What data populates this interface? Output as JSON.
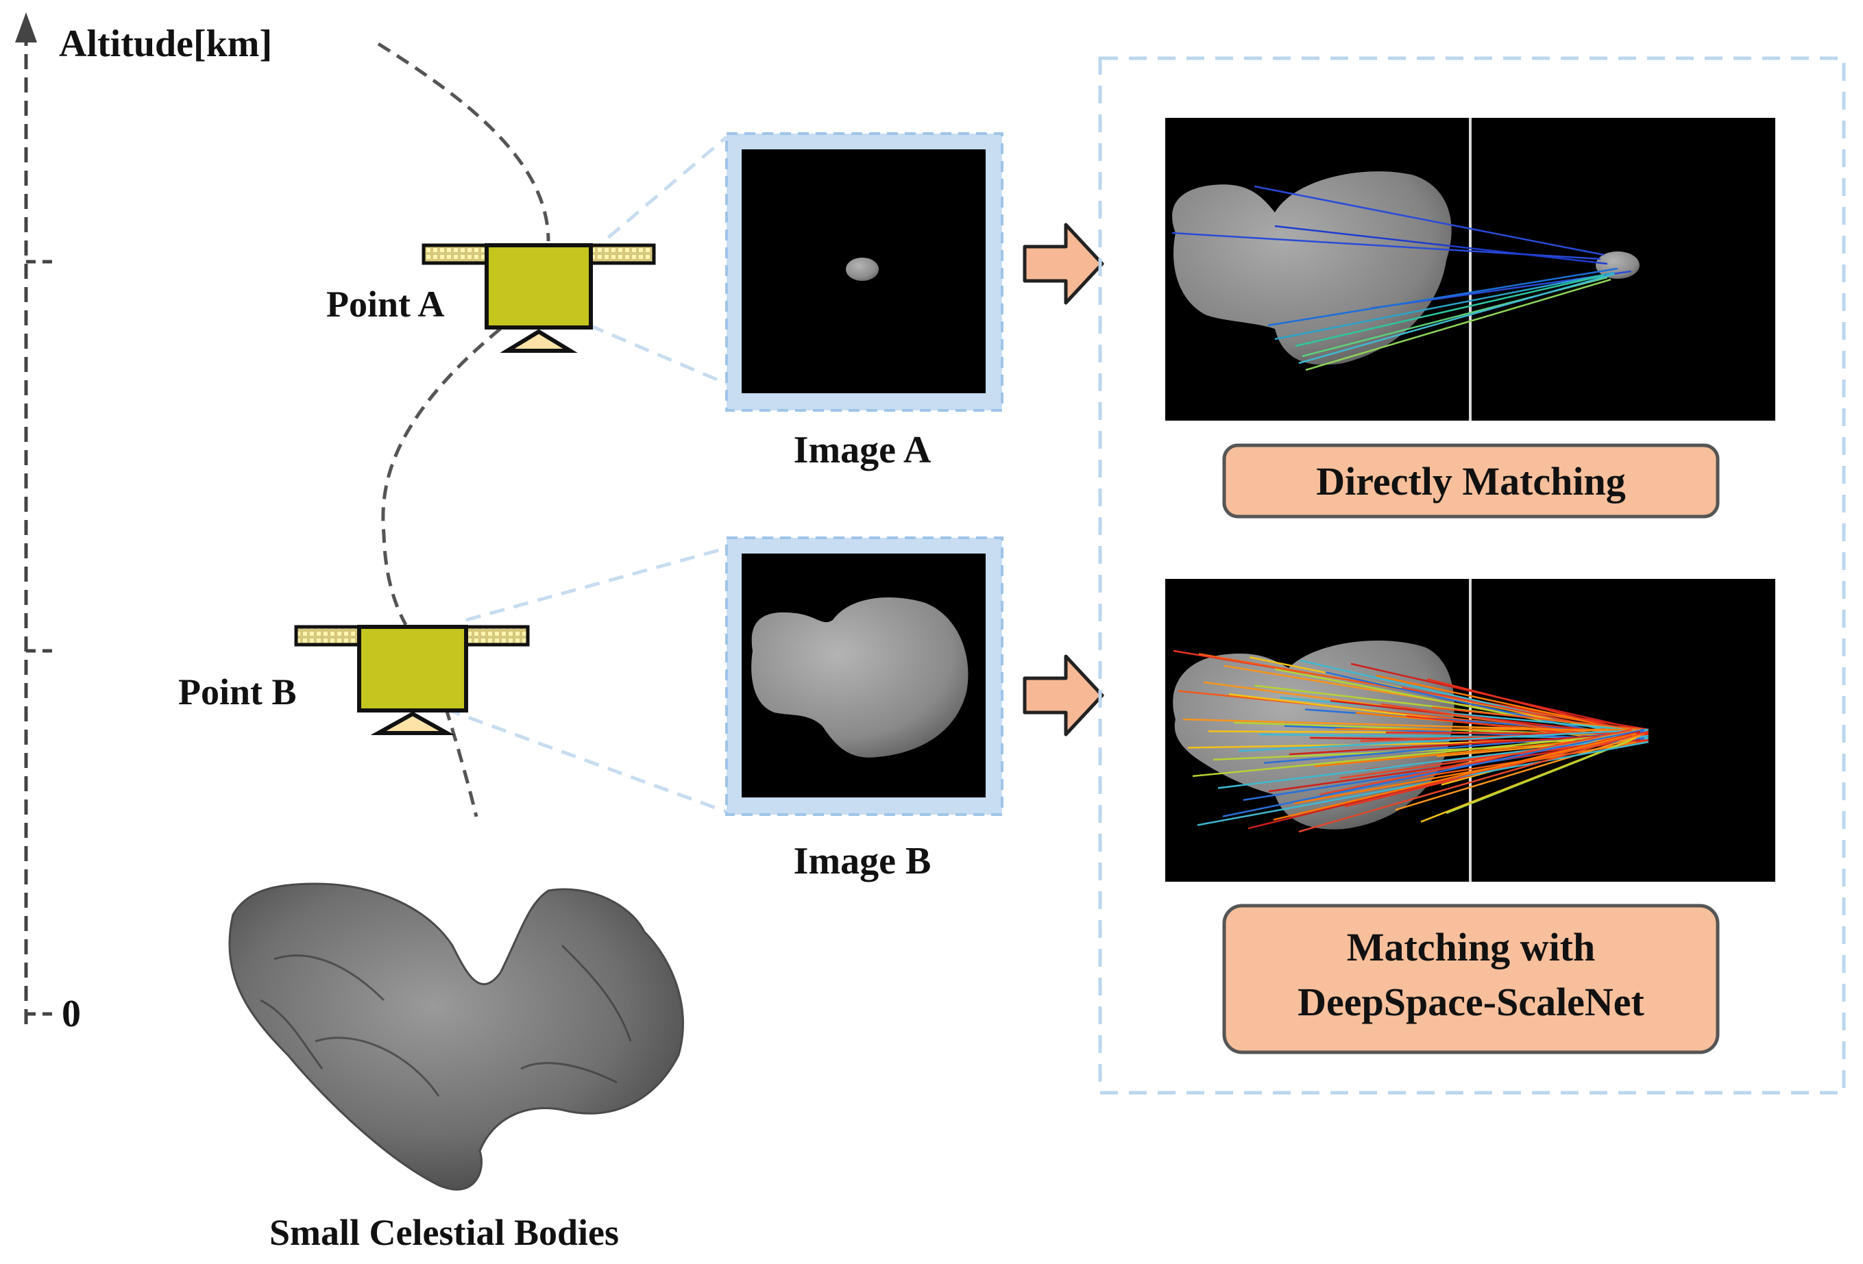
{
  "axis": {
    "title": "Altitude[km]",
    "zero_label": "0"
  },
  "points": {
    "a_label": "Point A",
    "b_label": "Point B"
  },
  "images": {
    "a_caption": "Image A",
    "b_caption": "Image B"
  },
  "body_caption": "Small Celestial Bodies",
  "methods": {
    "direct_label": "Directly Matching",
    "deepspace_line1": "Matching with",
    "deepspace_line2": "DeepSpace-ScaleNet"
  },
  "colors": {
    "spacecraft_body": "#c5c520",
    "solar_panel": "#fff5b0",
    "sensor": "#fde3a7",
    "arrow_fill": "#f6b895",
    "method_box": "#f7bf9b",
    "frame_border": "#bcd6ee",
    "image_frame": "#c8ddf2"
  }
}
